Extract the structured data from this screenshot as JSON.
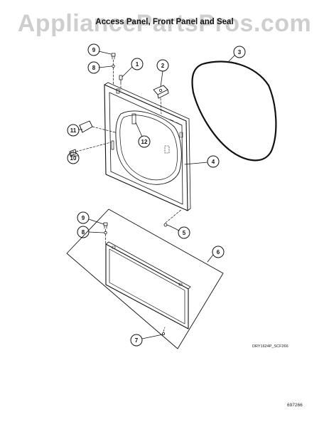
{
  "watermark": "AppliancePartsPros.com",
  "title": "Access Panel, Front Panel and Seal",
  "drawing_code": "DRY1624P_SCF266",
  "page_number": "697266",
  "callouts": [
    {
      "id": "callout-9-top",
      "label": "9"
    },
    {
      "id": "callout-8-top",
      "label": "8"
    },
    {
      "id": "callout-1",
      "label": "1"
    },
    {
      "id": "callout-2",
      "label": "2"
    },
    {
      "id": "callout-3",
      "label": "3"
    },
    {
      "id": "callout-11",
      "label": "11"
    },
    {
      "id": "callout-12",
      "label": "12"
    },
    {
      "id": "callout-10",
      "label": "10"
    },
    {
      "id": "callout-4",
      "label": "4"
    },
    {
      "id": "callout-9-bottom",
      "label": "9"
    },
    {
      "id": "callout-8-bottom",
      "label": "8"
    },
    {
      "id": "callout-5",
      "label": "5"
    },
    {
      "id": "callout-6",
      "label": "6"
    },
    {
      "id": "callout-7",
      "label": "7"
    }
  ],
  "colors": {
    "line": "#111111",
    "watermark": "#a5a5a5",
    "background": "#ffffff"
  }
}
